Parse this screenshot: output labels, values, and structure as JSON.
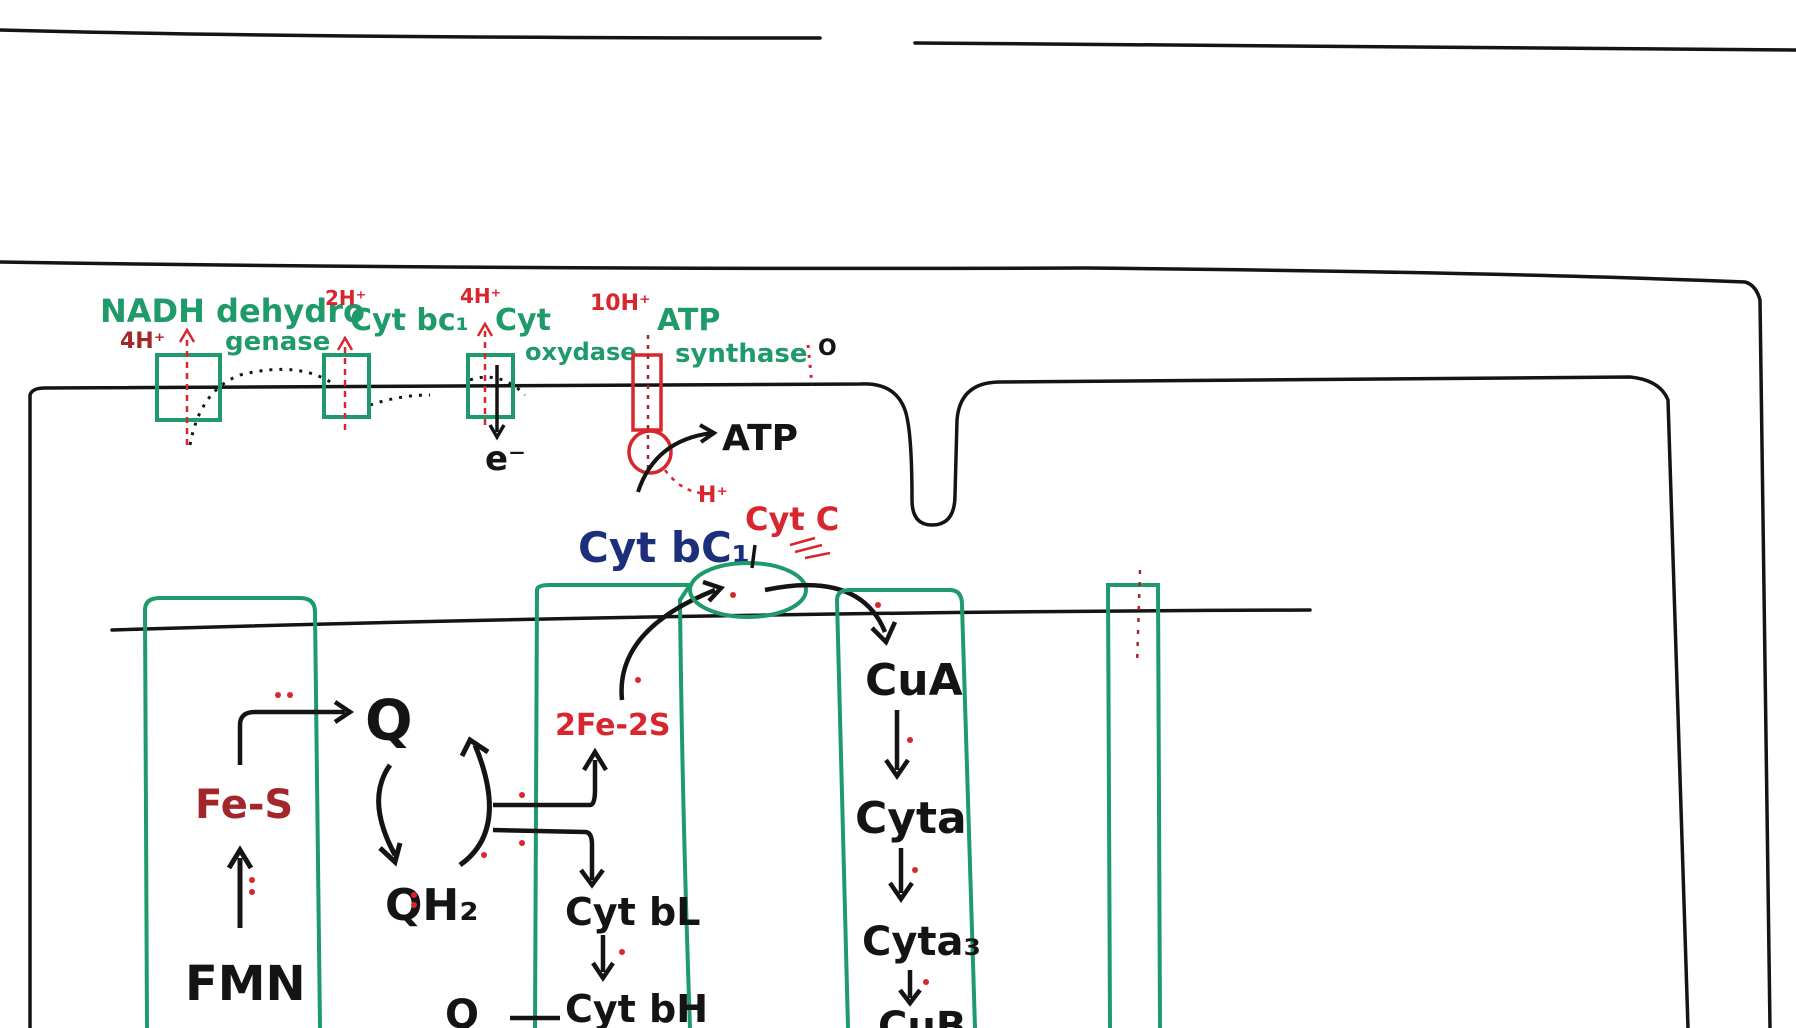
{
  "colors": {
    "ink_black": "#141414",
    "ink_green": "#1f9a6a",
    "ink_red": "#d8262e",
    "ink_darkred": "#a3262a",
    "ink_navy": "#1d2f7a",
    "board": "#ffffff"
  },
  "overview": {
    "nadh_label_1": "NADH dehydro",
    "nadh_label_2": "genase",
    "nadh_protons": "4H⁺",
    "bc1_label": "Cyt bc₁",
    "bc1_protons": "2H⁺",
    "cytox_label_1": "Cyt",
    "cytox_label_2": "oxydase",
    "cytox_protons": "4H⁺",
    "atp_label_1": "ATP",
    "atp_label_2": "synthase",
    "atp_protons": "10H⁺",
    "electron": "e⁻",
    "atp_product": "ATP",
    "hplus": "H⁺",
    "o_label": "O"
  },
  "detail": {
    "complex1": {
      "fes": "Fe-S",
      "fmn": "FMN"
    },
    "quinone": {
      "q": "Q",
      "qh2": "QH₂"
    },
    "complex3": {
      "title": "Cyt bC₁",
      "fe2s": "2Fe-2S",
      "cyt_bl": "Cyt bL",
      "cyt_bh": "Cyt bH",
      "q_bottom": "Q"
    },
    "cytc": "Cyt C",
    "complex4": {
      "cua": "CuA",
      "cyta": "Cyta",
      "cyta3": "Cyta₃",
      "cub": "CuB"
    }
  }
}
